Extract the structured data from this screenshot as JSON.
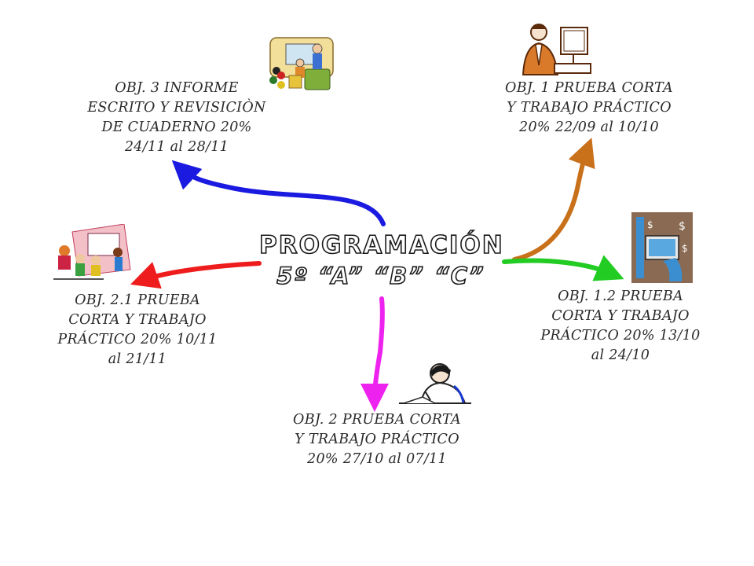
{
  "center": {
    "line1": "PROGRAMACIÓN",
    "line2": "5º “A” “B” “C”"
  },
  "nodes": {
    "obj3": {
      "lines": [
        "OBJ. 3 INFORME",
        "ESCRITO Y REVISICIÒN",
        "DE CUADERNO 20%",
        "24/11 al 28/11"
      ]
    },
    "obj1": {
      "lines": [
        "OBJ. 1 PRUEBA CORTA",
        "Y TRABAJO PRÁCTICO",
        "20% 22/09 al 10/10"
      ]
    },
    "obj21": {
      "lines": [
        "OBJ. 2.1  PRUEBA",
        "CORTA Y TRABAJO",
        "PRÁCTICO  20% 10/11",
        "al 21/11"
      ]
    },
    "obj12": {
      "lines": [
        "OBJ. 1.2  PRUEBA",
        "CORTA Y TRABAJO",
        "PRÁCTICO  20% 13/10",
        "al  24/10"
      ]
    },
    "obj2": {
      "lines": [
        "OBJ. 2 PRUEBA CORTA",
        "Y TRABAJO PRÁCTICO",
        "20% 27/10 al 07/11"
      ]
    }
  },
  "colors": {
    "arrow_obj3": "#1a1ae0",
    "arrow_obj1": "#c8701a",
    "arrow_obj12": "#22cc22",
    "arrow_obj21": "#ee1c1c",
    "arrow_obj2": "#ee22ee"
  },
  "icons": {
    "obj3": "classroom-clipart-icon",
    "obj1": "office-worker-clipart-icon",
    "obj12": "computer-money-clipart-icon",
    "obj21": "teacher-students-clipart-icon",
    "obj2": "student-writing-clipart-icon"
  }
}
